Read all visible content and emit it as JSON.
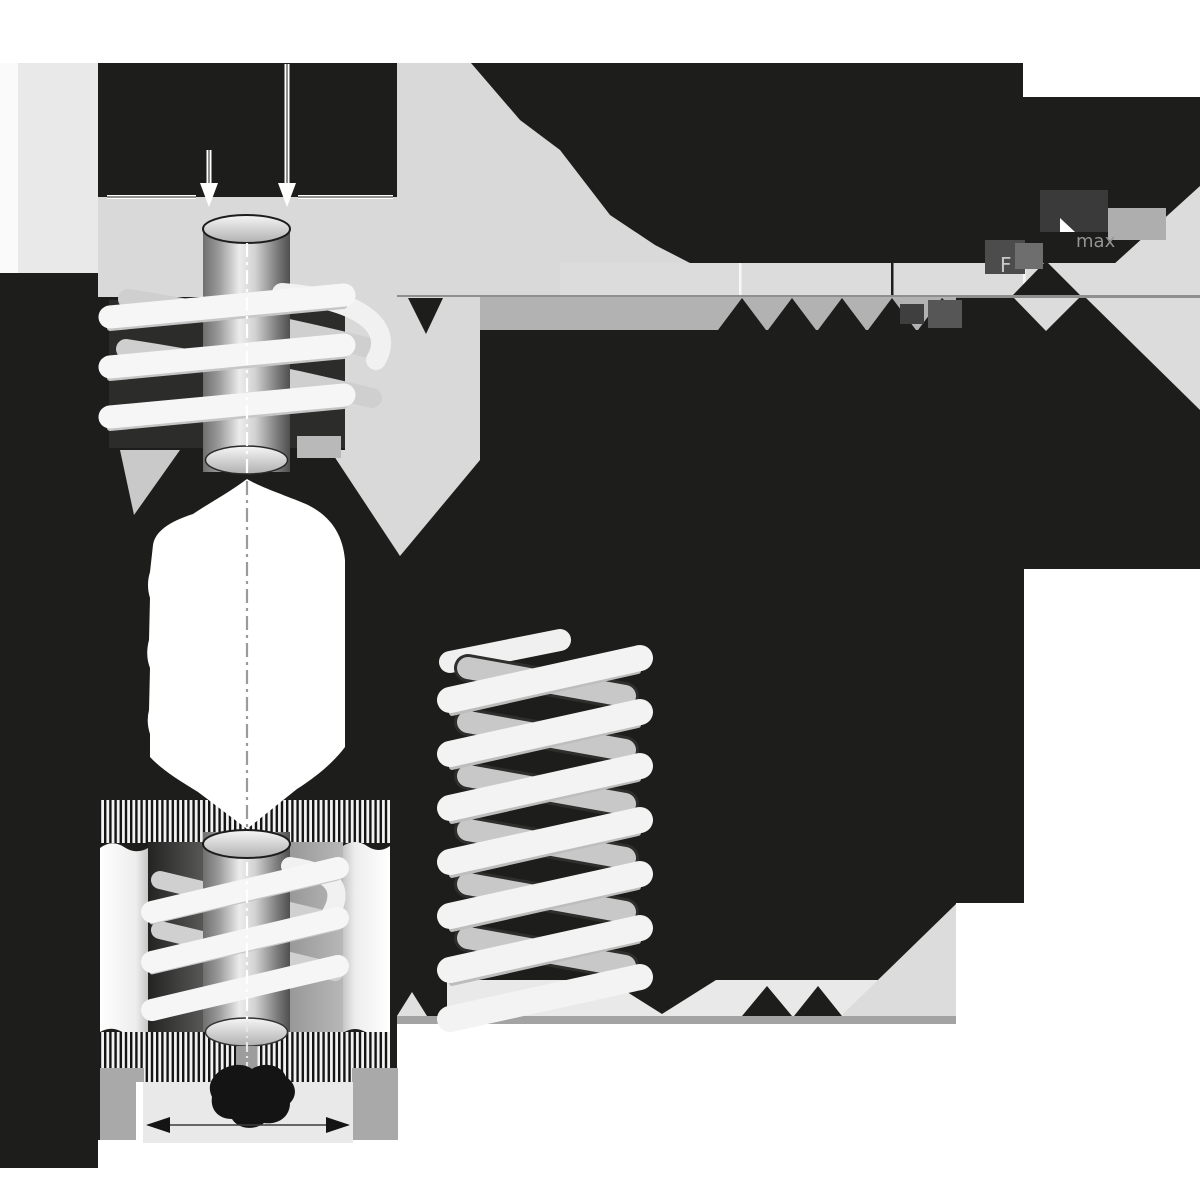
{
  "title": "die-spring mounting technical illustration (glitched render on transparent-black background)",
  "palette": {
    "background_black": "#1d1d1b",
    "white": "#ffffff",
    "light_gray": "#dcdcdc",
    "lighter_gray": "#e9e9e9",
    "medium_gray": "#b2b2b3",
    "rule_gray": "#8f8f90",
    "coil_white": "#f4f4f4",
    "coil_back_gray": "#c8c8c9",
    "ink": "#1d1d1b"
  },
  "labels": {
    "max": "max",
    "f": "F"
  },
  "figures": {
    "mandrel_view": "spring mounted over mandrel rod (top left)",
    "bore_view": "spring seated in housing bore with rod (bottom left)",
    "free_spring_view": "free rectangular-wire die spring (center)"
  }
}
